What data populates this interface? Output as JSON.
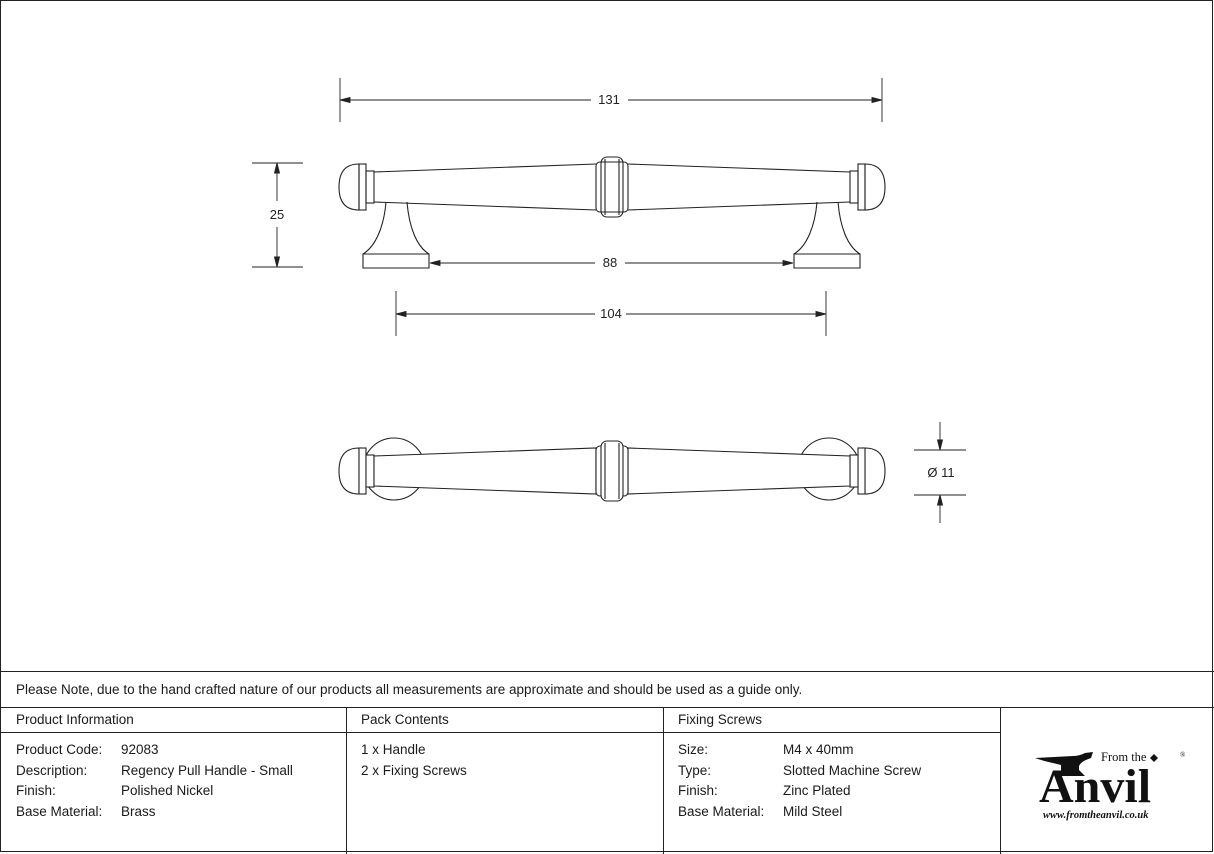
{
  "dimensions": {
    "overall_length": "131",
    "height": "25",
    "base_gap": "88",
    "centres": "104",
    "rose_diameter": "Ø 11"
  },
  "note": "Please Note, due to the hand crafted nature of our products all measurements are approximate and should be used as a guide only.",
  "product_info": {
    "header": "Product Information",
    "rows": [
      {
        "label": "Product Code:",
        "value": "92083"
      },
      {
        "label": "Description:",
        "value": "Regency Pull Handle - Small"
      },
      {
        "label": "Finish:",
        "value": "Polished Nickel"
      },
      {
        "label": "Base Material:",
        "value": "Brass"
      }
    ]
  },
  "pack_contents": {
    "header": "Pack Contents",
    "items": [
      "1 x Handle",
      "2 x Fixing Screws"
    ]
  },
  "fixing_screws": {
    "header": "Fixing Screws",
    "rows": [
      {
        "label": "Size:",
        "value": "M4 x 40mm"
      },
      {
        "label": "Type:",
        "value": "Slotted Machine Screw"
      },
      {
        "label": "Finish:",
        "value": "Zinc Plated"
      },
      {
        "label": "Base Material:",
        "value": "Mild Steel"
      }
    ]
  },
  "logo": {
    "from_the": "From the",
    "brand": "Anvil",
    "registered": "®",
    "url": "www.fromtheanvil.co.uk"
  }
}
